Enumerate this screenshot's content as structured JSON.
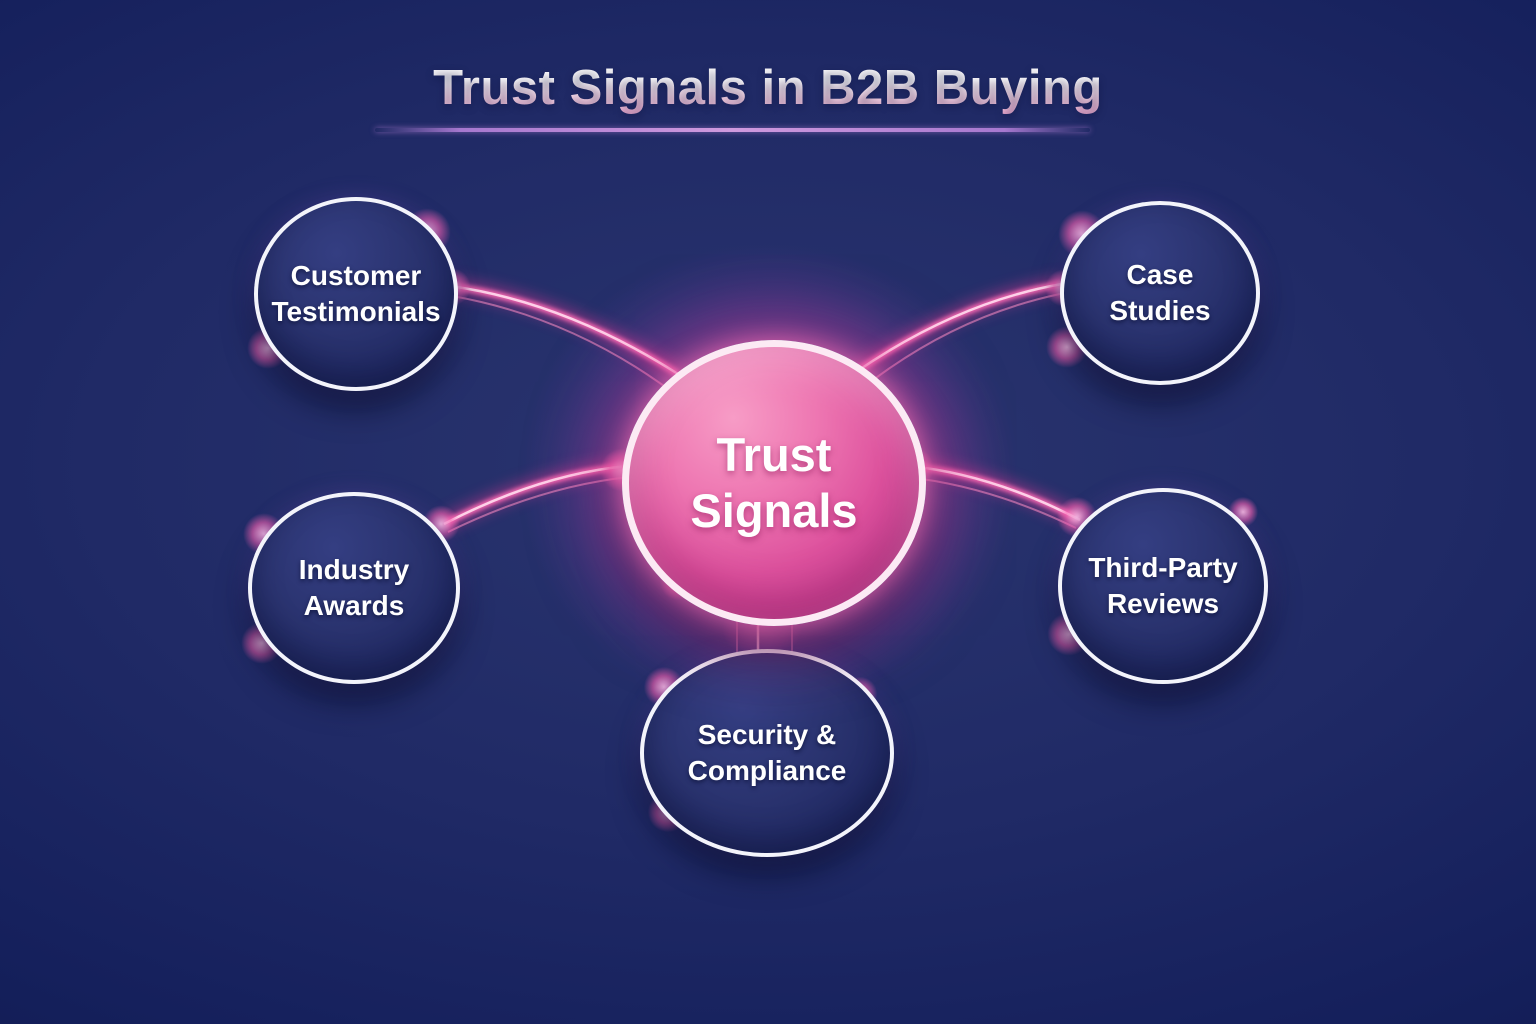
{
  "title": {
    "text": "Trust Signals in B2B Buying"
  },
  "center_node": {
    "label": "Trust Signals",
    "lines": [
      "Trust",
      "Signals"
    ]
  },
  "nodes": [
    {
      "id": "customer-testimonials",
      "label": "Customer Testimonials",
      "lines": [
        "Customer",
        "Testimonials"
      ]
    },
    {
      "id": "case-studies",
      "label": "Case Studies",
      "lines": [
        "Case",
        "Studies"
      ]
    },
    {
      "id": "industry-awards",
      "label": "Industry Awards",
      "lines": [
        "Industry",
        "Awards"
      ]
    },
    {
      "id": "third-party-reviews",
      "label": "Third-Party Reviews",
      "lines": [
        "Third-Party",
        "Reviews"
      ]
    },
    {
      "id": "security-compliance",
      "label": "Security & Compliance",
      "lines": [
        "Security &",
        "Compliance"
      ]
    }
  ],
  "colors": {
    "background": "#16215c",
    "satellite_fill": "#272f6c",
    "ring": "#f3f4fb",
    "hub_fill": "#dd519d",
    "neon_pink": "#ff5fb0",
    "title_gradient_top": "#ffffff",
    "title_gradient_bottom": "#eea3cd",
    "underline": "#cf9ade"
  }
}
